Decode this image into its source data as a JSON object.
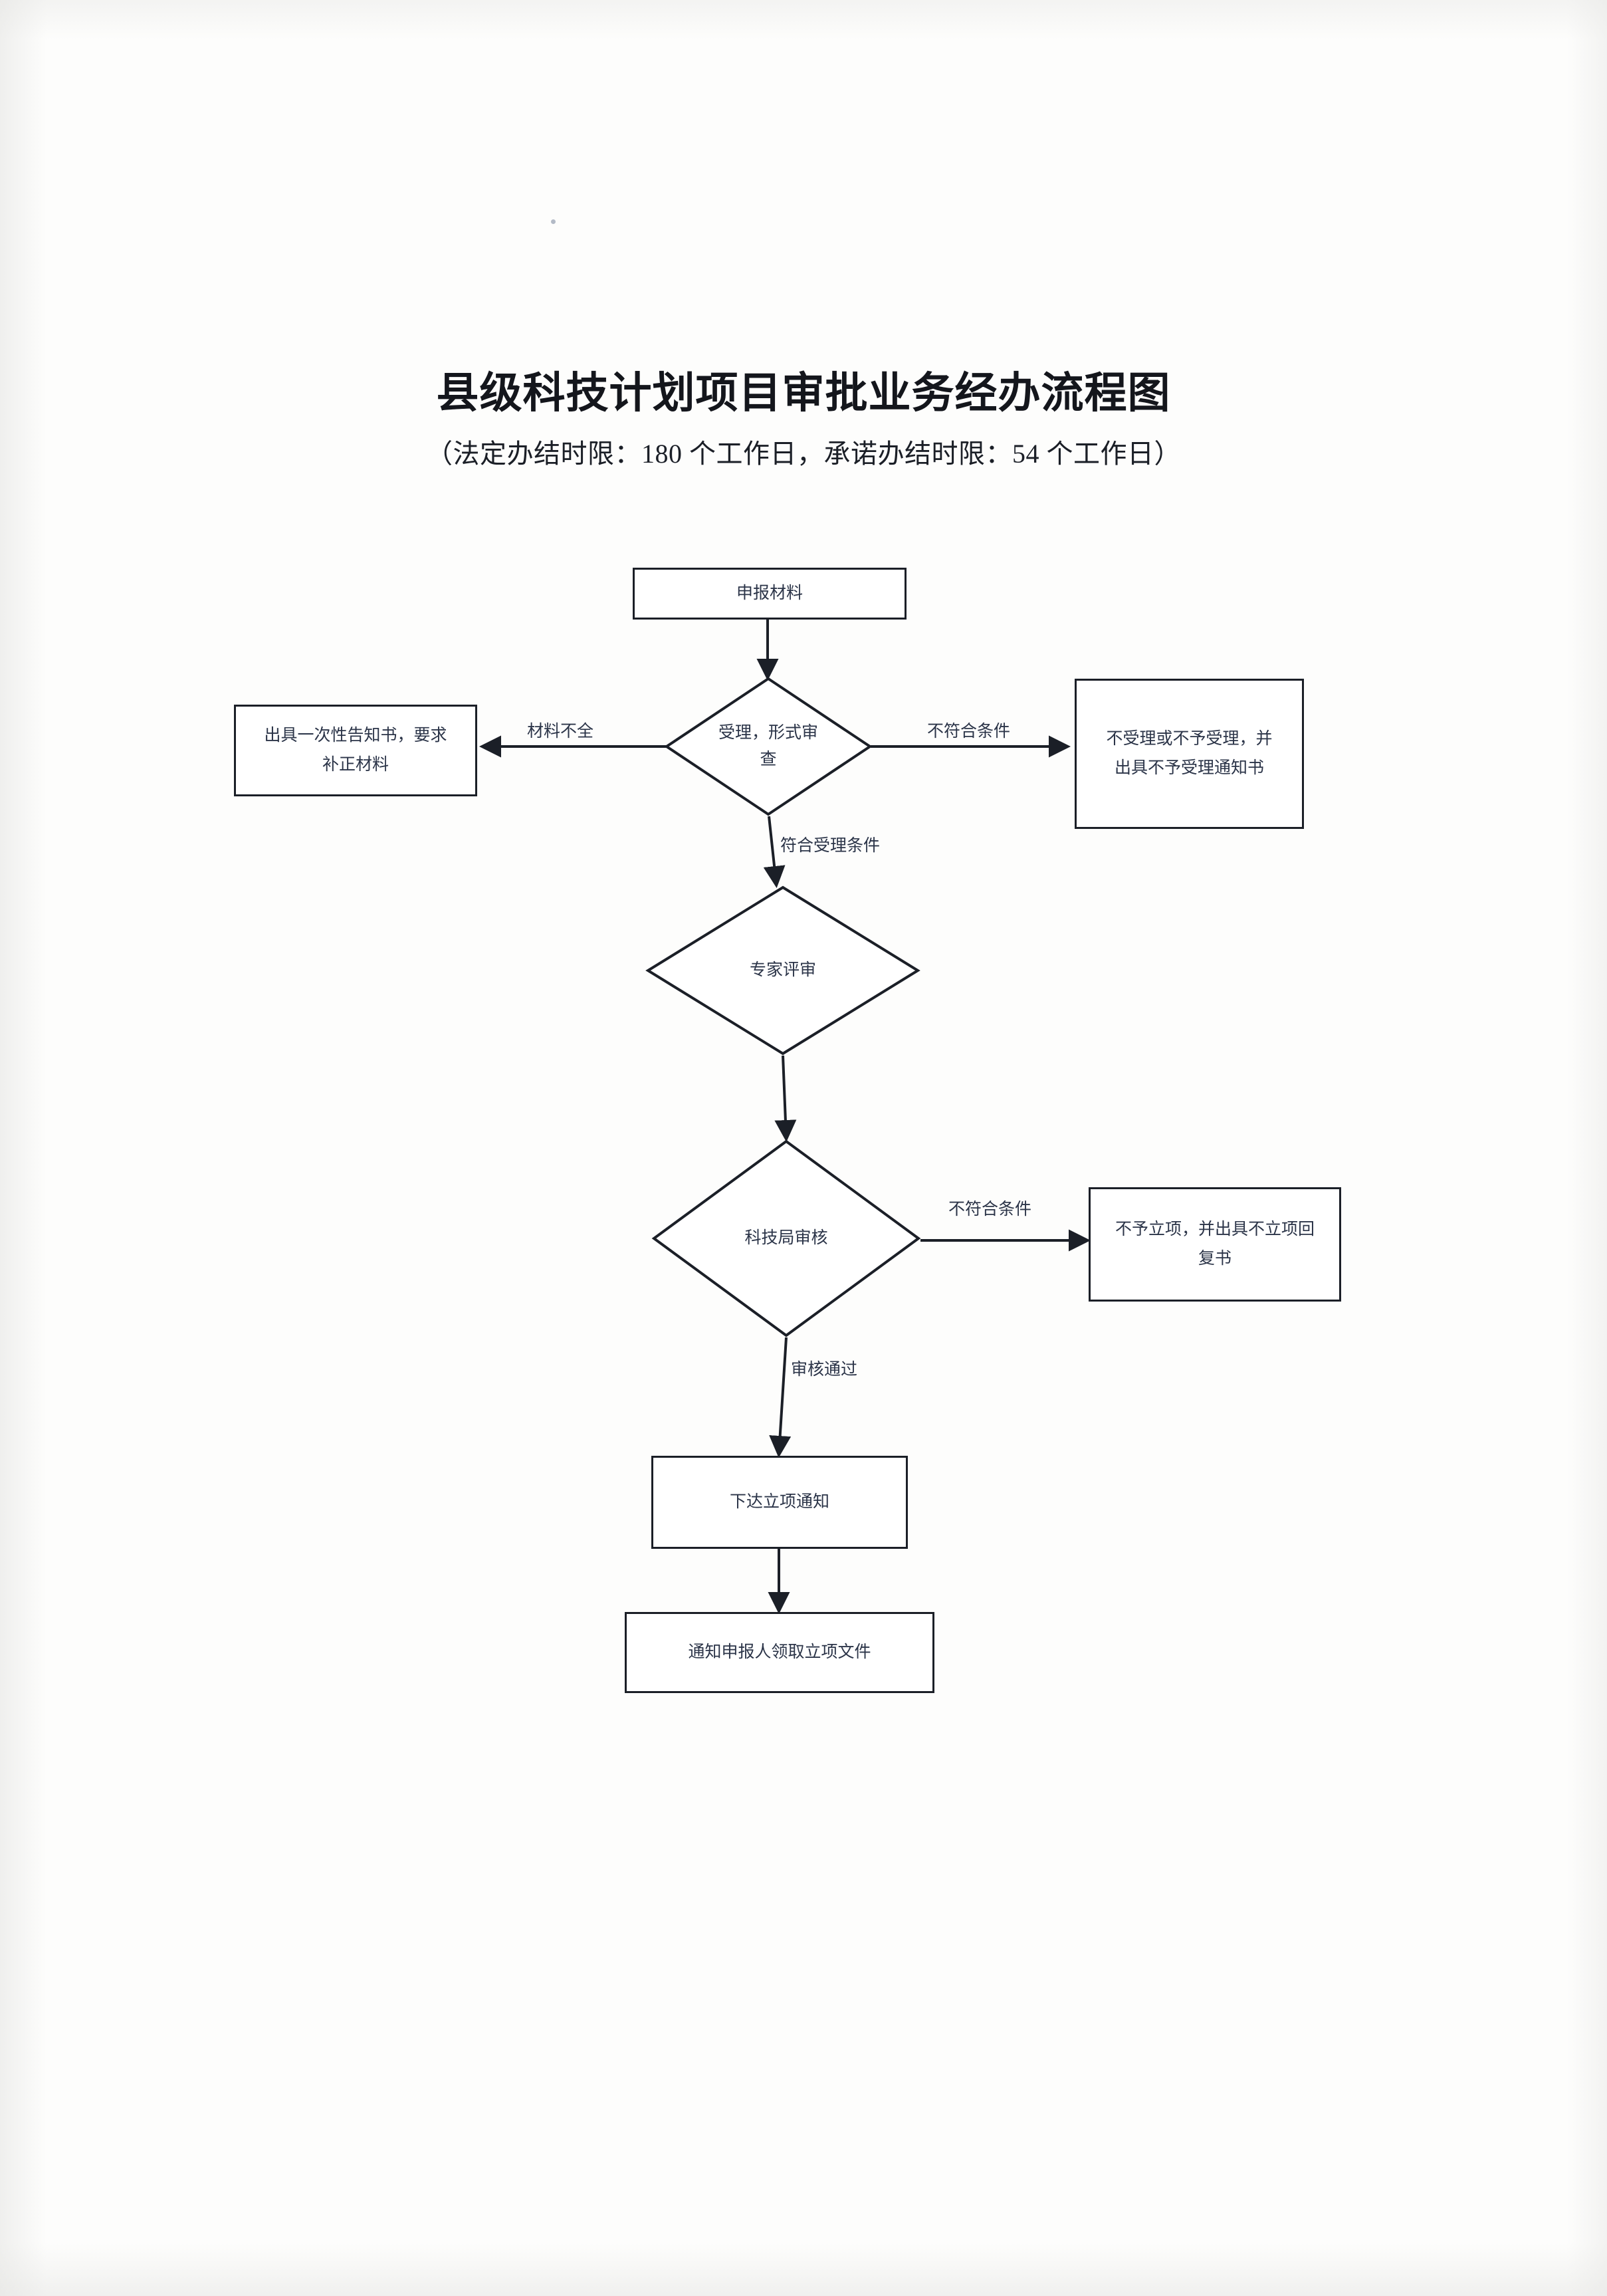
{
  "document": {
    "title": "县级科技计划项目审批业务经办流程图",
    "subtitle": "（法定办结时限：180 个工作日，承诺办结时限：54 个工作日）"
  },
  "flowchart": {
    "type": "flowchart",
    "orientation": "top-to-bottom",
    "nodes": [
      {
        "id": "n1",
        "shape": "rectangle",
        "label": "申报材料"
      },
      {
        "id": "n2",
        "shape": "diamond",
        "label_line1": "受理，形式审",
        "label_line2": "查"
      },
      {
        "id": "n3",
        "shape": "rectangle",
        "label_line1": "出具一次性告知书，要求",
        "label_line2": "补正材料"
      },
      {
        "id": "n4",
        "shape": "rectangle",
        "label_line1": "不受理或不予受理，并",
        "label_line2": "出具不予受理通知书"
      },
      {
        "id": "n5",
        "shape": "diamond",
        "label": "专家评审"
      },
      {
        "id": "n6",
        "shape": "diamond",
        "label": "科技局审核"
      },
      {
        "id": "n7",
        "shape": "rectangle",
        "label_line1": "不予立项，并出具不立项回",
        "label_line2": "复书"
      },
      {
        "id": "n8",
        "shape": "rectangle",
        "label": "下达立项通知"
      },
      {
        "id": "n9",
        "shape": "rectangle",
        "label": "通知申报人领取立项文件"
      }
    ],
    "edges": [
      {
        "from": "n1",
        "to": "n2",
        "label": ""
      },
      {
        "from": "n2",
        "to": "n3",
        "label": "材料不全"
      },
      {
        "from": "n2",
        "to": "n4",
        "label": "不符合条件"
      },
      {
        "from": "n2",
        "to": "n5",
        "label": "符合受理条件"
      },
      {
        "from": "n5",
        "to": "n6",
        "label": ""
      },
      {
        "from": "n6",
        "to": "n7",
        "label": "不符合条件"
      },
      {
        "from": "n6",
        "to": "n8",
        "label": "审核通过"
      },
      {
        "from": "n8",
        "to": "n9",
        "label": ""
      }
    ],
    "colors": {
      "line": "#1b1f27",
      "text": "#2b3448",
      "background": "#ffffff"
    }
  }
}
